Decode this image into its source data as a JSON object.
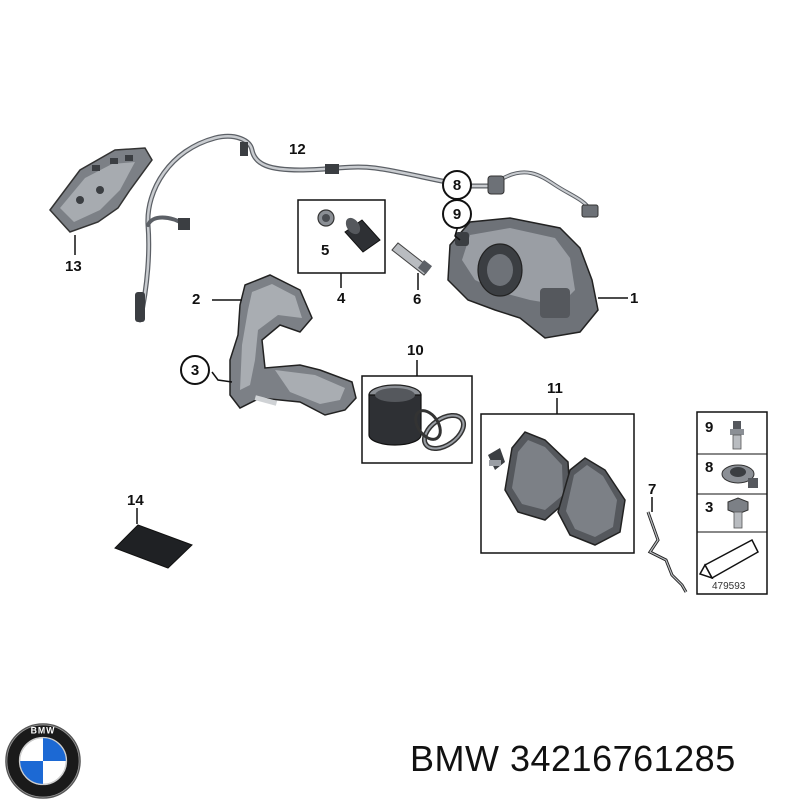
{
  "diagram": {
    "callouts": {
      "c1": "1",
      "c2": "2",
      "c3": "3",
      "c4": "4",
      "c5": "5",
      "c6": "6",
      "c7": "7",
      "c8": "8",
      "c9": "9",
      "c10": "10",
      "c11": "11",
      "c12": "12",
      "c13": "13",
      "c14": "14"
    },
    "legend": {
      "r1": "9",
      "r2": "8",
      "r3": "3"
    },
    "reference_number": "479593"
  },
  "brand": {
    "logo_letters": "BMW",
    "caption": "BMW 34216761285"
  },
  "colors": {
    "line": "#111111",
    "part_dark": "#4a4d52",
    "part_mid": "#7c8086",
    "part_light": "#b9bcc0",
    "logo_blue": "#1c69d4"
  }
}
